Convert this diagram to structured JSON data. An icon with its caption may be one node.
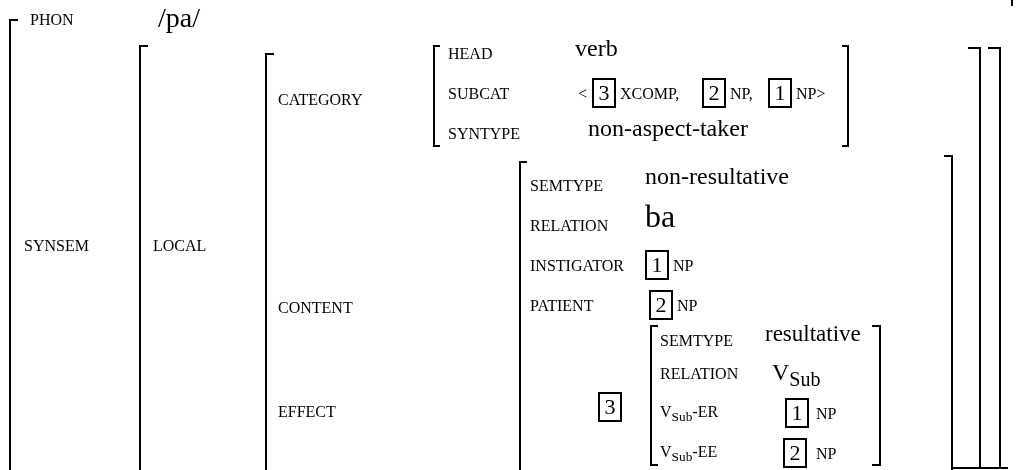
{
  "diagram": {
    "nodes": [
      {
        "text": [
          "3"
        ]
      },
      {
        "text": [
          "2"
        ]
      },
      {
        "text": [
          "1"
        ]
      },
      {
        "text": [
          "1"
        ]
      },
      {
        "text": [
          "2"
        ]
      },
      {
        "text": [
          "3"
        ]
      },
      {
        "text": [
          "1"
        ]
      },
      {
        "text": [
          "2"
        ]
      }
    ],
    "labels": [
      "PHON",
      "/pa/",
      "HEAD",
      "verb",
      "CATEGORY",
      "SUBCAT",
      "<",
      "XCOMP,",
      "NP,",
      "NP>",
      "SYNTYPE",
      "non-aspect-taker",
      "SEMTYPE",
      "non-resultative",
      "RELATION",
      "ba",
      "SYNSEM",
      "LOCAL",
      "INSTIGATOR",
      "NP",
      "CONTENT",
      "PATIENT",
      "NP",
      "SEMTYPE",
      "resultative",
      "RELATION",
      "V$_{Sub}$",
      "EFFECT",
      "V$_{Sub}$-ER",
      "NP",
      "V$_{Sub}$-EE",
      "NP"
    ]
  }
}
